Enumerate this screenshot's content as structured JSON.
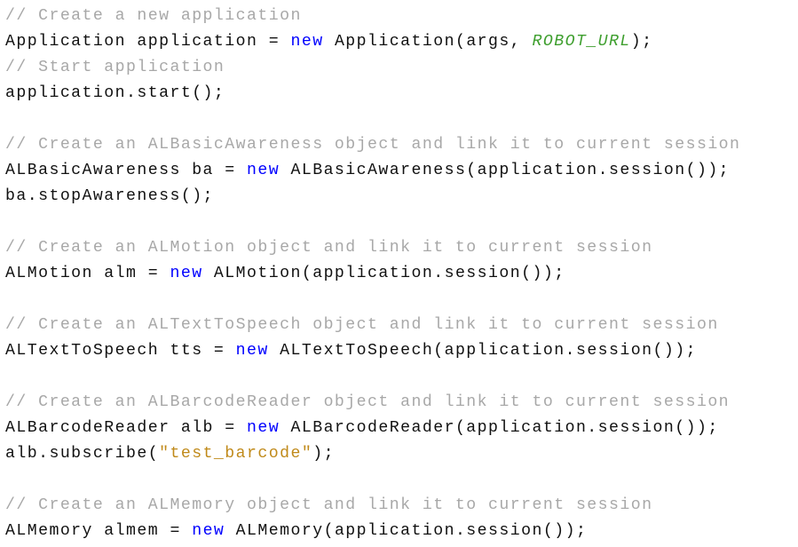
{
  "colors": {
    "background": "#ffffff",
    "comment": "#a8a8a8",
    "keyword": "#0000ff",
    "constant": "#3f9f2f",
    "string": "#c08a1a",
    "plain": "#111111"
  },
  "lines": [
    [
      {
        "t": "// Create a new application",
        "k": "comment"
      }
    ],
    [
      {
        "t": "Application application = ",
        "k": "plain"
      },
      {
        "t": "new",
        "k": "keyword"
      },
      {
        "t": " Application(args, ",
        "k": "plain"
      },
      {
        "t": "ROBOT_URL",
        "k": "constant"
      },
      {
        "t": ");",
        "k": "plain"
      }
    ],
    [
      {
        "t": "// Start application",
        "k": "comment"
      }
    ],
    [
      {
        "t": "application.start();",
        "k": "plain"
      }
    ],
    [],
    [
      {
        "t": "// Create an ALBasicAwareness object and link it to current session",
        "k": "comment"
      }
    ],
    [
      {
        "t": "ALBasicAwareness ba = ",
        "k": "plain"
      },
      {
        "t": "new",
        "k": "keyword"
      },
      {
        "t": " ALBasicAwareness(application.session());",
        "k": "plain"
      }
    ],
    [
      {
        "t": "ba.stopAwareness();",
        "k": "plain"
      }
    ],
    [],
    [
      {
        "t": "// Create an ALMotion object and link it to current session",
        "k": "comment"
      }
    ],
    [
      {
        "t": "ALMotion alm = ",
        "k": "plain"
      },
      {
        "t": "new",
        "k": "keyword"
      },
      {
        "t": " ALMotion(application.session());",
        "k": "plain"
      }
    ],
    [],
    [
      {
        "t": "// Create an ALTextToSpeech object and link it to current session",
        "k": "comment"
      }
    ],
    [
      {
        "t": "ALTextToSpeech tts = ",
        "k": "plain"
      },
      {
        "t": "new",
        "k": "keyword"
      },
      {
        "t": " ALTextToSpeech(application.session());",
        "k": "plain"
      }
    ],
    [],
    [
      {
        "t": "// Create an ALBarcodeReader object and link it to current session",
        "k": "comment"
      }
    ],
    [
      {
        "t": "ALBarcodeReader alb = ",
        "k": "plain"
      },
      {
        "t": "new",
        "k": "keyword"
      },
      {
        "t": " ALBarcodeReader(application.session());",
        "k": "plain"
      }
    ],
    [
      {
        "t": "alb.subscribe(",
        "k": "plain"
      },
      {
        "t": "\"test_barcode\"",
        "k": "string"
      },
      {
        "t": ");",
        "k": "plain"
      }
    ],
    [],
    [
      {
        "t": "// Create an ALMemory object and link it to current session",
        "k": "comment"
      }
    ],
    [
      {
        "t": "ALMemory almem = ",
        "k": "plain"
      },
      {
        "t": "new",
        "k": "keyword"
      },
      {
        "t": " ALMemory(application.session());",
        "k": "plain"
      }
    ]
  ]
}
